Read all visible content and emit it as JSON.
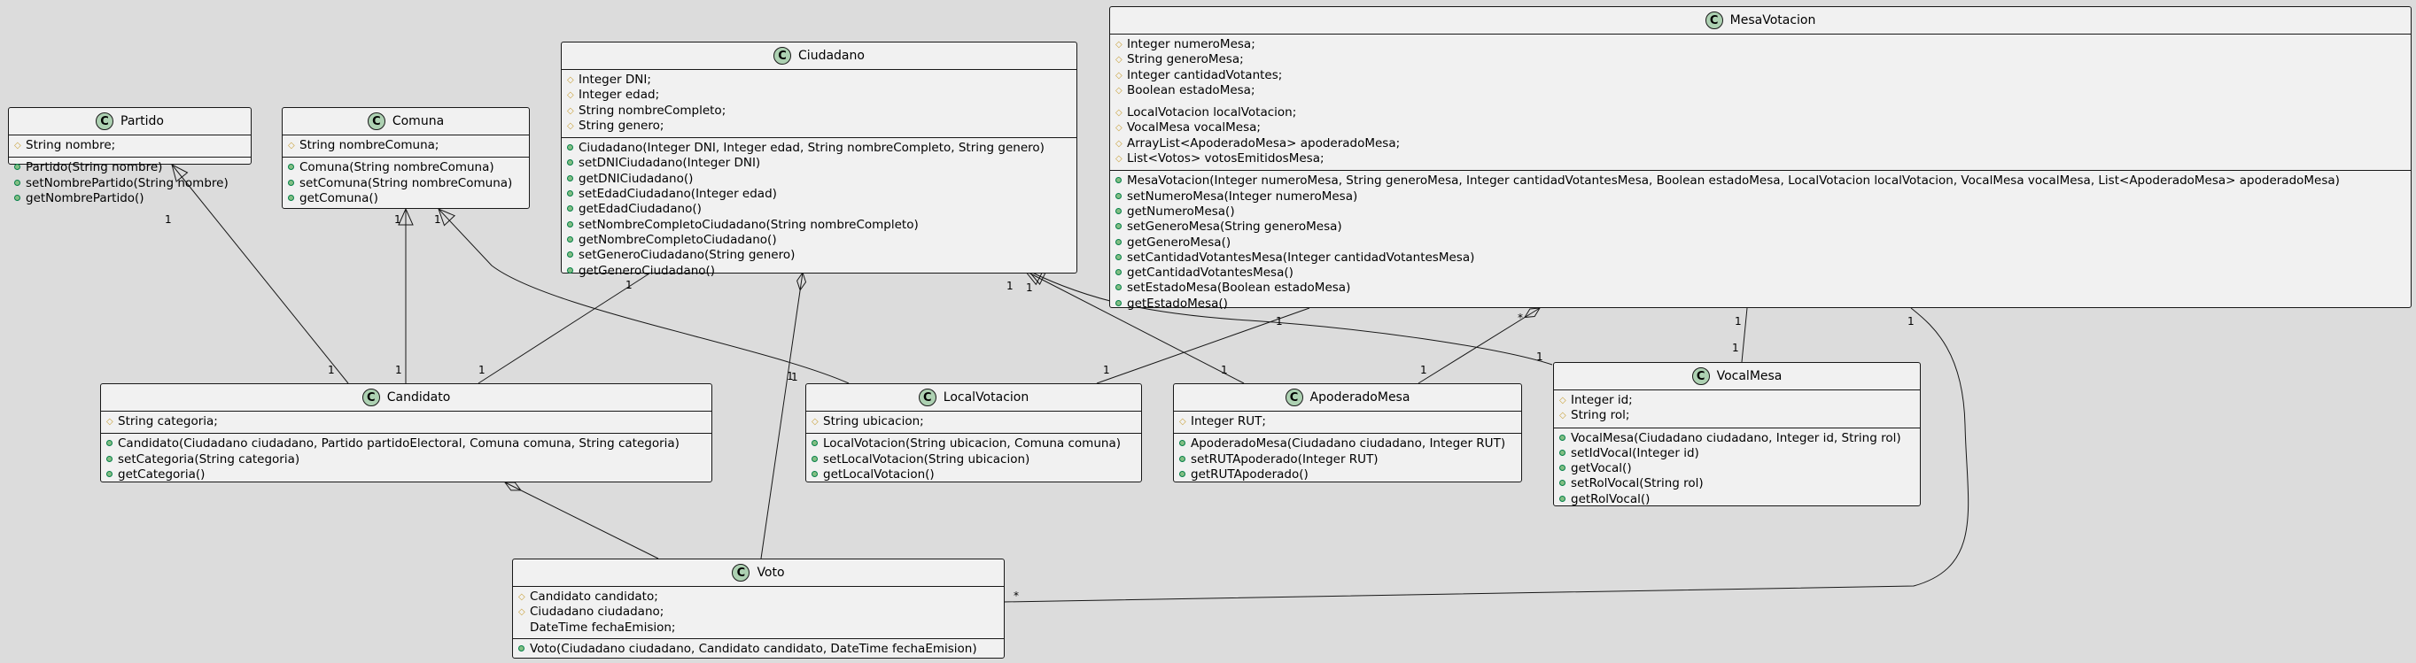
{
  "class_badge": "C",
  "classes": {
    "partido": {
      "name": "Partido",
      "fields": [
        "String nombre;"
      ],
      "methods": [
        "Partido(String nombre)",
        "setNombrePartido(String nombre)",
        "getNombrePartido()"
      ]
    },
    "comuna": {
      "name": "Comuna",
      "fields": [
        "String nombreComuna;"
      ],
      "methods": [
        "Comuna(String nombreComuna)",
        "setComuna(String nombreComuna)",
        "getComuna()"
      ]
    },
    "ciudadano": {
      "name": "Ciudadano",
      "fields": [
        "Integer DNI;",
        "Integer edad;",
        "String nombreCompleto;",
        "String genero;"
      ],
      "methods": [
        "Ciudadano(Integer DNI, Integer edad, String nombreCompleto, String genero)",
        "setDNICiudadano(Integer DNI)",
        "getDNICiudadano()",
        "setEdadCiudadano(Integer edad)",
        "getEdadCiudadano()",
        "setNombreCompletoCiudadano(String nombreCompleto)",
        "getNombreCompletoCiudadano()",
        "setGeneroCiudadano(String genero)",
        "getGeneroCiudadano()"
      ]
    },
    "mesa": {
      "name": "MesaVotacion",
      "fields": [
        "Integer numeroMesa;",
        "String generoMesa;",
        "Integer cantidadVotantes;",
        "Boolean estadoMesa;"
      ],
      "fields2": [
        "LocalVotacion localVotacion;",
        "VocalMesa vocalMesa;",
        "ArrayList<ApoderadoMesa> apoderadoMesa;",
        "List<Votos> votosEmitidosMesa;"
      ],
      "methods": [
        "MesaVotacion(Integer numeroMesa, String generoMesa, Integer cantidadVotantesMesa, Boolean estadoMesa, LocalVotacion localVotacion, VocalMesa vocalMesa, List<ApoderadoMesa> apoderadoMesa)",
        "setNumeroMesa(Integer numeroMesa)",
        "getNumeroMesa()",
        "setGeneroMesa(String generoMesa)",
        "getGeneroMesa()",
        "setCantidadVotantesMesa(Integer cantidadVotantesMesa)",
        "getCantidadVotantesMesa()",
        "setEstadoMesa(Boolean estadoMesa)",
        "getEstadoMesa()"
      ]
    },
    "candidato": {
      "name": "Candidato",
      "fields": [
        "String categoria;"
      ],
      "methods": [
        "Candidato(Ciudadano ciudadano, Partido partidoElectoral, Comuna comuna, String categoria)",
        "setCategoria(String categoria)",
        "getCategoria()"
      ]
    },
    "local": {
      "name": "LocalVotacion",
      "fields": [
        "String ubicacion;"
      ],
      "methods": [
        "LocalVotacion(String ubicacion, Comuna comuna)",
        "setLocalVotacion(String ubicacion)",
        "getLocalVotacion()"
      ]
    },
    "apoderado": {
      "name": "ApoderadoMesa",
      "fields": [
        "Integer RUT;"
      ],
      "methods": [
        "ApoderadoMesa(Ciudadano ciudadano, Integer RUT)",
        "setRUTApoderado(Integer RUT)",
        "getRUTApoderado()"
      ]
    },
    "vocal": {
      "name": "VocalMesa",
      "fields": [
        "Integer id;",
        "String rol;"
      ],
      "methods": [
        "VocalMesa(Ciudadano ciudadano, Integer id, String rol)",
        "setIdVocal(Integer id)",
        "getVocal()",
        "setRolVocal(String rol)",
        "getRolVocal()"
      ]
    },
    "voto": {
      "name": "Voto",
      "fields": [
        "Candidato candidato;",
        "Ciudadano ciudadano;"
      ],
      "fields_plain": [
        "DateTime fechaEmision;"
      ],
      "methods": [
        "Voto(Ciudadano ciudadano, Candidato candidato, DateTime fechaEmision)"
      ]
    }
  },
  "multiplicities": {
    "m1": "1",
    "m2": "1",
    "m3": "1",
    "m4": "1",
    "m5": "1",
    "m6": "1",
    "m7": "1",
    "m8": "1",
    "m9": "1",
    "m10": "1",
    "m11": "1",
    "m12": "1",
    "m13": "1",
    "m14": "1",
    "m15": "1",
    "m16": "1",
    "m17": "1",
    "m18": "1",
    "m19": "1",
    "m20": "*",
    "m21": "*"
  }
}
